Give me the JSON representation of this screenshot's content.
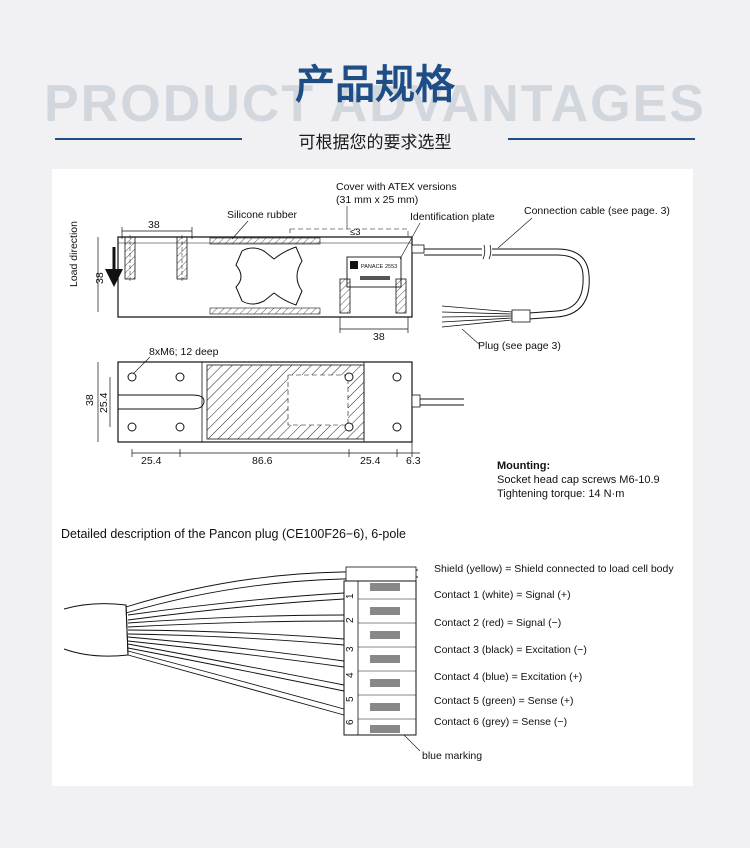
{
  "header": {
    "title": "产品规格",
    "background_word": "PRODUCT ADVANTAGES",
    "subtitle": "可根据您的要求选型"
  },
  "side_view": {
    "load_direction": "Load direction",
    "silicone_rubber": "Silicone rubber",
    "cover_line1": "Cover with ATEX versions",
    "cover_line2": "(31 mm x 25 mm)",
    "identification_plate": "Identification plate",
    "connection_cable": "Connection cable (see page. 3)",
    "plug": "Plug (see page 3)",
    "dim_top": "38",
    "dim_height": "38",
    "dim_gap": "≤3",
    "dim_plate": "38",
    "plate_brand": "PANACE",
    "plate_model": "2553"
  },
  "top_view": {
    "holes": "8xM6; 12 deep",
    "dim_38": "38",
    "dim_25_4_vertical": "25.4",
    "dim_left": "25.4",
    "dim_middle": "86.6",
    "dim_right": "25.4",
    "dim_end": "6.3"
  },
  "mounting": {
    "title": "Mounting:",
    "line1": "Socket head cap screws M6-10.9",
    "line2": "Tightening torque: 14 N·m"
  },
  "plug_detail": {
    "title": "Detailed description of the Pancon plug (CE100F26−6), 6-pole",
    "shield": "Shield (yellow) = Shield connected to load cell body",
    "contacts": [
      {
        "num": "1",
        "label": "Contact 1 (white) = Signal (+)"
      },
      {
        "num": "2",
        "label": "Contact 2 (red) = Signal (−)"
      },
      {
        "num": "3",
        "label": "Contact 3 (black) = Excitation (−)"
      },
      {
        "num": "4",
        "label": "Contact 4 (blue) = Excitation (+)"
      },
      {
        "num": "5",
        "label": "Contact 5 (green) = Sense (+)"
      },
      {
        "num": "6",
        "label": "Contact 6 (grey) = Sense (−)"
      }
    ],
    "blue_marking": "blue marking"
  }
}
